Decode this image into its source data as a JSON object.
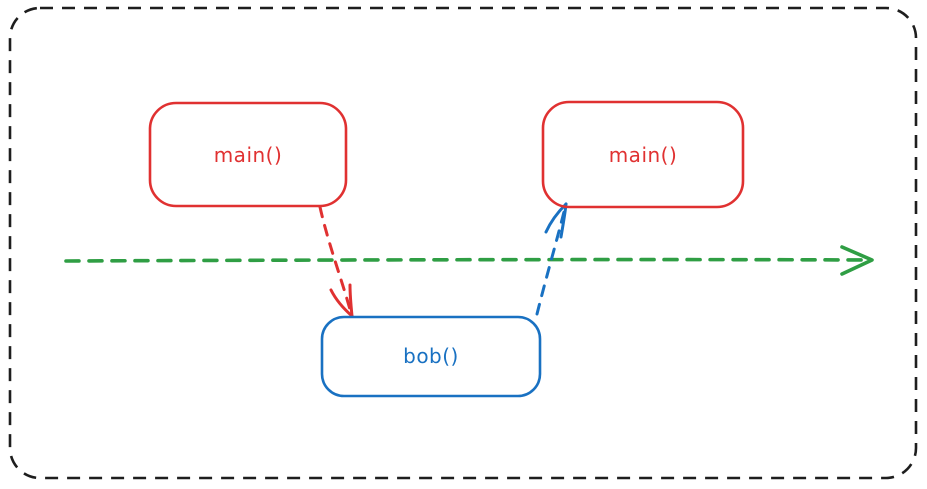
{
  "canvas": {
    "background": "#ffffff",
    "frame": {
      "color": "#1e1e1e",
      "style": "dashed-rounded-rect"
    }
  },
  "diagram": {
    "nodes": [
      {
        "id": "main-left",
        "label": "main()",
        "color": "#e03131",
        "shape": "rounded-rectangle"
      },
      {
        "id": "main-right",
        "label": "main()",
        "color": "#e03131",
        "shape": "rounded-rectangle"
      },
      {
        "id": "bob",
        "label": "bob()",
        "color": "#1971c2",
        "shape": "rounded-rectangle"
      }
    ],
    "edges": [
      {
        "id": "timeline-arrow",
        "color": "#2f9e44",
        "style": "dashed",
        "direction": "left-to-right"
      },
      {
        "id": "call-main-to-bob",
        "from": "main-left",
        "to": "bob",
        "color": "#e03131",
        "style": "dashed"
      },
      {
        "id": "return-bob-to-main",
        "from": "bob",
        "to": "main-right",
        "color": "#1971c2",
        "style": "dashed"
      }
    ]
  }
}
